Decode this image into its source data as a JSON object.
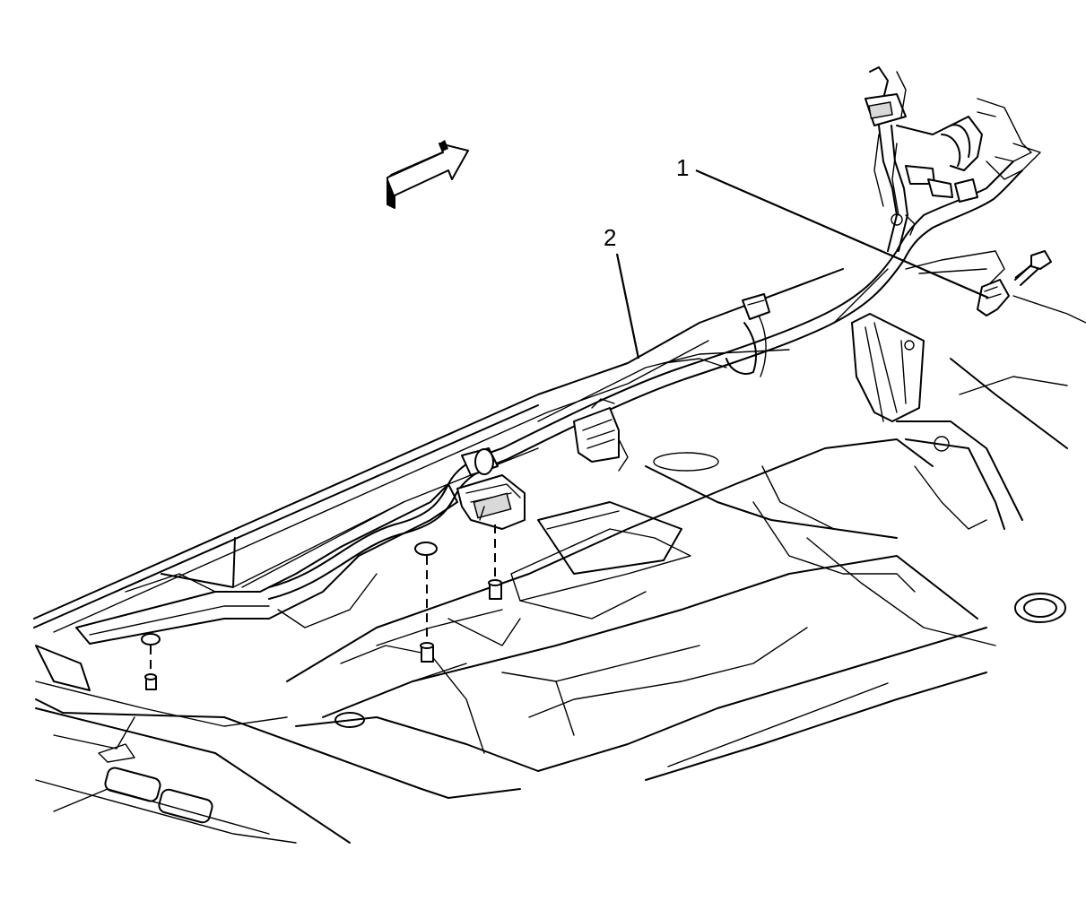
{
  "callouts": [
    {
      "id": "1",
      "label": "1"
    },
    {
      "id": "2",
      "label": "2"
    }
  ],
  "colors": {
    "line": "#000000",
    "background": "#ffffff",
    "shade": "#d9d9d9"
  },
  "icons": {
    "direction_arrow": "front-direction-arrow-icon"
  }
}
